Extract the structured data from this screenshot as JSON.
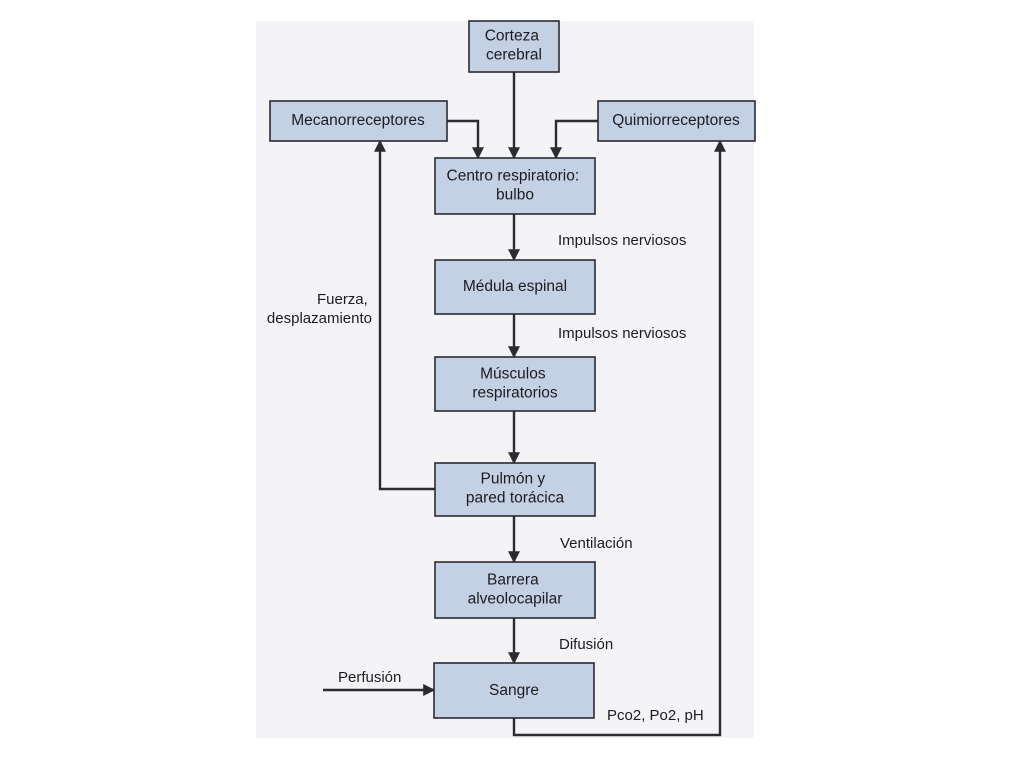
{
  "diagram": {
    "nodes": {
      "corteza": [
        "Corteza",
        "cerebral"
      ],
      "mecano": [
        "Mecanorreceptores"
      ],
      "quimio": [
        "Quimiorreceptores"
      ],
      "centro": [
        "Centro respiratorio:",
        "bulbo"
      ],
      "medula": [
        "Médula espinal"
      ],
      "musculos": [
        "Músculos",
        "respiratorios"
      ],
      "pulmon": [
        "Pulmón y",
        "pared torácica"
      ],
      "barrera": [
        "Barrera",
        "alveolocapilar"
      ],
      "sangre": [
        "Sangre"
      ]
    },
    "edge_labels": {
      "impulsos_1": "Impulsos nerviosos",
      "impulsos_2": "Impulsos nerviosos",
      "fuerza": [
        "Fuerza,",
        "desplazamiento"
      ],
      "ventilacion": "Ventilación",
      "difusion": "Difusión",
      "perfusion": "Perfusión",
      "gases": "Pco2, Po2, pH"
    }
  },
  "colors": {
    "page_background": "#ffffff",
    "paper": "#f4f3f6",
    "box_fill": "#c4d0e3",
    "line": "#2b2b32"
  }
}
